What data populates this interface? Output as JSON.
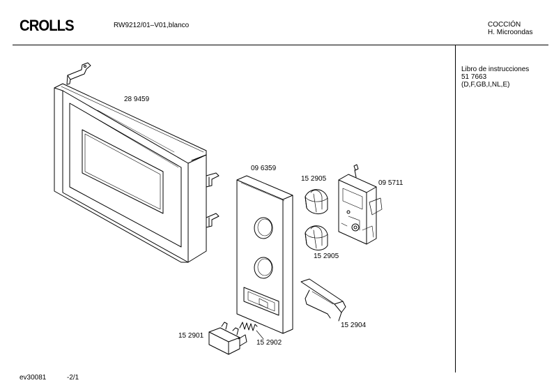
{
  "header": {
    "brand": "CROLLS",
    "model": "RW9212/01–V01,blanco",
    "category_line1": "COCCIÓN",
    "category_line2": "H. Microondas"
  },
  "side_note": {
    "line1": "Libro de instrucciones",
    "line2": "51 7663",
    "line3": "(D,F,GB,I,NL,E)"
  },
  "parts": {
    "door": "28 9459",
    "panel": "09 6359",
    "knob_top": "15 2905",
    "knob_bottom": "15 2905",
    "timer": "09 5711",
    "lever": "15 2904",
    "button": "15 2901",
    "spring": "15 2902"
  },
  "footer": {
    "doc_id": "ev30081",
    "page": "-2/1"
  }
}
